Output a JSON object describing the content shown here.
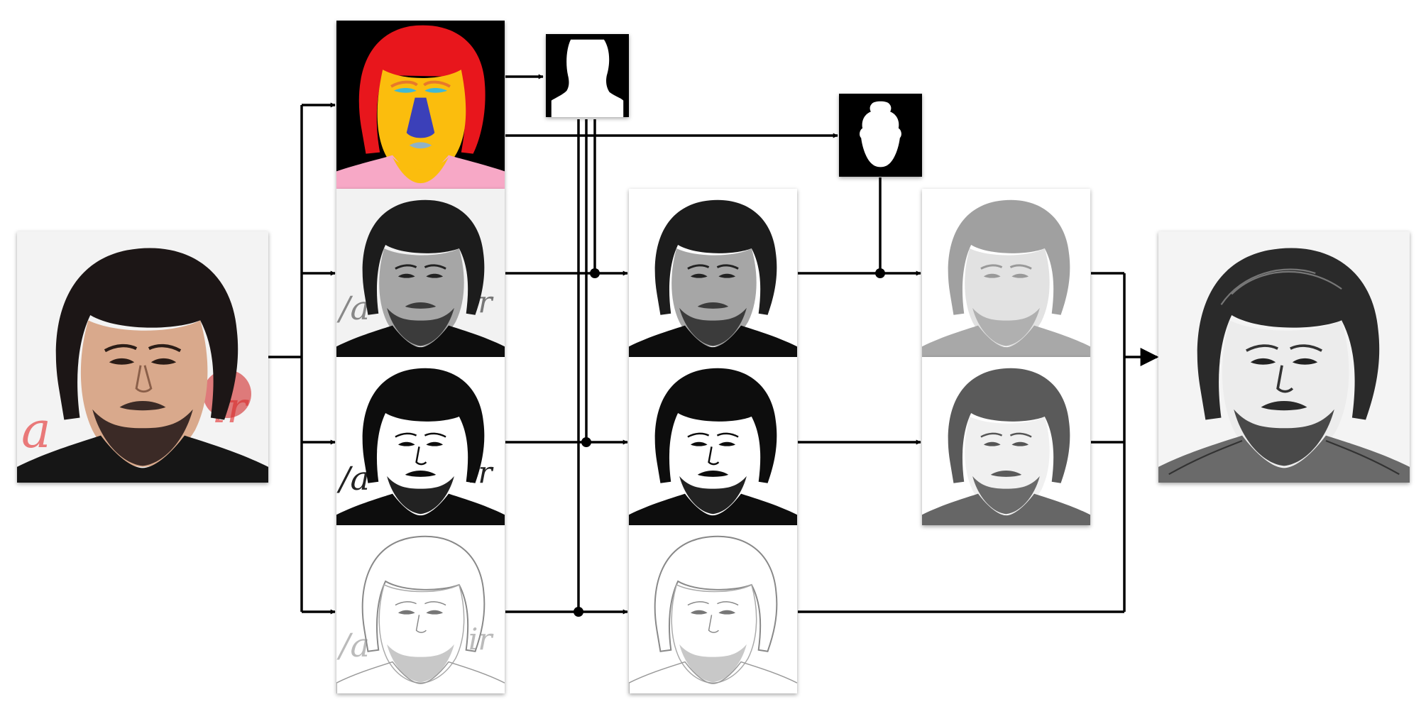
{
  "diagram": {
    "type": "image-processing-pipeline",
    "stages": [
      {
        "id": "input",
        "content": "input-portrait-photo"
      },
      {
        "id": "column-1",
        "items": [
          "face-parsing-map",
          "grayscale-photo",
          "ink-line-sketch",
          "pencil-sketch"
        ]
      },
      {
        "id": "masks",
        "items": [
          "hair-and-body-mask",
          "face-mask"
        ]
      },
      {
        "id": "column-2",
        "items": [
          "grayscale-photo-masked",
          "ink-line-sketch-masked",
          "pencil-sketch-masked"
        ]
      },
      {
        "id": "column-3",
        "items": [
          "faded-grayscale-tone",
          "faded-ink-tone"
        ]
      },
      {
        "id": "output",
        "content": "final-pencil-portrait"
      }
    ],
    "colors": {
      "arrow": "#000000",
      "mask_background": "#000000",
      "mask_foreground": "#ffffff",
      "parsing_background": "#000000",
      "parsing_hair": "#e8131a",
      "parsing_skin": "#fbbd0f",
      "parsing_nose": "#3a3fb9",
      "parsing_body": "#f7a8c6",
      "parsing_eyes": "#3fb9d6",
      "parsing_lips": "#8fb2c8"
    }
  }
}
